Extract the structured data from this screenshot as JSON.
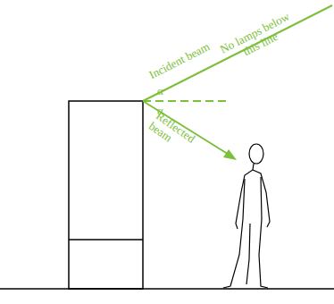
{
  "diagram": {
    "labels": [
      "Incident beam",
      "No lamps below this line",
      "α",
      "α",
      "Reflected beam"
    ]
  }
}
